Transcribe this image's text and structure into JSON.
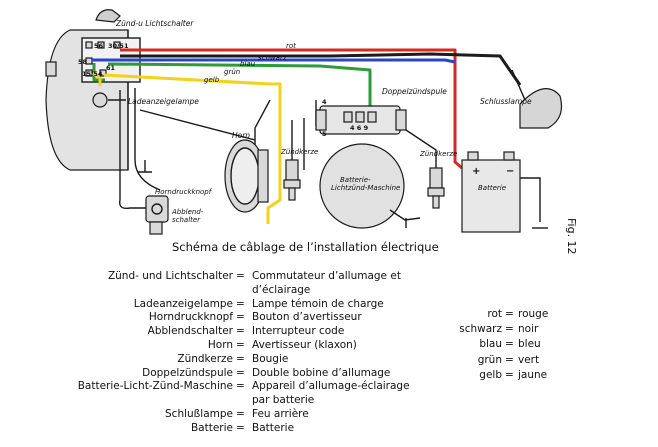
{
  "diagram": {
    "labels": {
      "switch": "Zünd-u Lichtschalter",
      "term_56": "56",
      "term_30_51": "30/51",
      "term_58": "58",
      "term_15_54": "15/54",
      "term_61": "61",
      "charge_lamp": "Ladeanzeigelampe",
      "horn": "Horn",
      "horn_button": "Horndruckknopf",
      "dip_switch": "Abblend-\nschalter",
      "plug_left": "Zündkerze",
      "plug_right": "Zündkerze",
      "coil": "Doppelzündspule",
      "tail_lamp": "Schlusslampe",
      "battery": "Batterie",
      "plus": "+",
      "minus": "−",
      "machine": "Batterie-\nLichtzünd-Maschine",
      "mag_terminals": "4 6 9",
      "t4": "4",
      "t5": "5",
      "wire_rot": "rot",
      "wire_schwarz": "schwarz",
      "wire_blau": "blau",
      "wire_gruen": "grün",
      "wire_gelb": "gelb"
    },
    "wire_colors": {
      "rot": "#d42a1f",
      "schwarz": "#1c1c1c",
      "blau": "#2a44c8",
      "gruen": "#2e9a3a",
      "gelb": "#f2d21b"
    }
  },
  "caption": "Schéma de câblage de l’installation électrique",
  "figure_label": "Fig. 12",
  "legend": {
    "terms": [
      {
        "de": "Zünd- und Lichtschalter",
        "fr": "Commutateur d’allumage et"
      },
      {
        "de": "",
        "fr": "d’éclairage"
      },
      {
        "de": "Ladeanzeigelampe",
        "fr": "Lampe témoin de charge"
      },
      {
        "de": "Horndruckknopf",
        "fr": "Bouton d’avertisseur"
      },
      {
        "de": "Abblendschalter",
        "fr": "Interrupteur code"
      },
      {
        "de": "Horn",
        "fr": "Avertisseur (klaxon)"
      },
      {
        "de": "Zündkerze",
        "fr": "Bougie"
      },
      {
        "de": "Doppelzündspule",
        "fr": "Double bobine d’allumage"
      },
      {
        "de": "Batterie-Licht-Zünd-Maschine",
        "fr": "Appareil d’allumage-éclairage"
      },
      {
        "de": "",
        "fr": "par batterie"
      },
      {
        "de": "Schlußlampe",
        "fr": "Feu arrière"
      },
      {
        "de": "Batterie",
        "fr": "Batterie"
      }
    ],
    "colors": [
      {
        "de": "rot",
        "fr": "rouge"
      },
      {
        "de": "schwarz",
        "fr": "noir"
      },
      {
        "de": "blau",
        "fr": "bleu"
      },
      {
        "de": "grün",
        "fr": "vert"
      },
      {
        "de": "gelb",
        "fr": "jaune"
      }
    ],
    "equals": "="
  }
}
